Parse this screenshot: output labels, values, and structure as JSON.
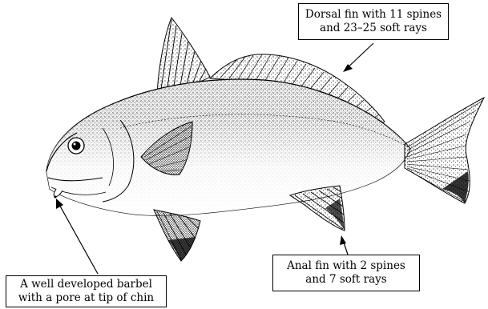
{
  "annotations": {
    "dorsal": {
      "line1": "Dorsal fin with 11 spines",
      "line2": "and 23–25 soft rays"
    },
    "anal": {
      "line1": "Anal fin with 2 spines",
      "line2": "and 7 soft rays"
    },
    "barbel": {
      "line1": "A well developed barbel",
      "line2": "with a pore at tip of chin"
    }
  },
  "colors": {
    "ink": "#000000",
    "background": "#ffffff"
  }
}
